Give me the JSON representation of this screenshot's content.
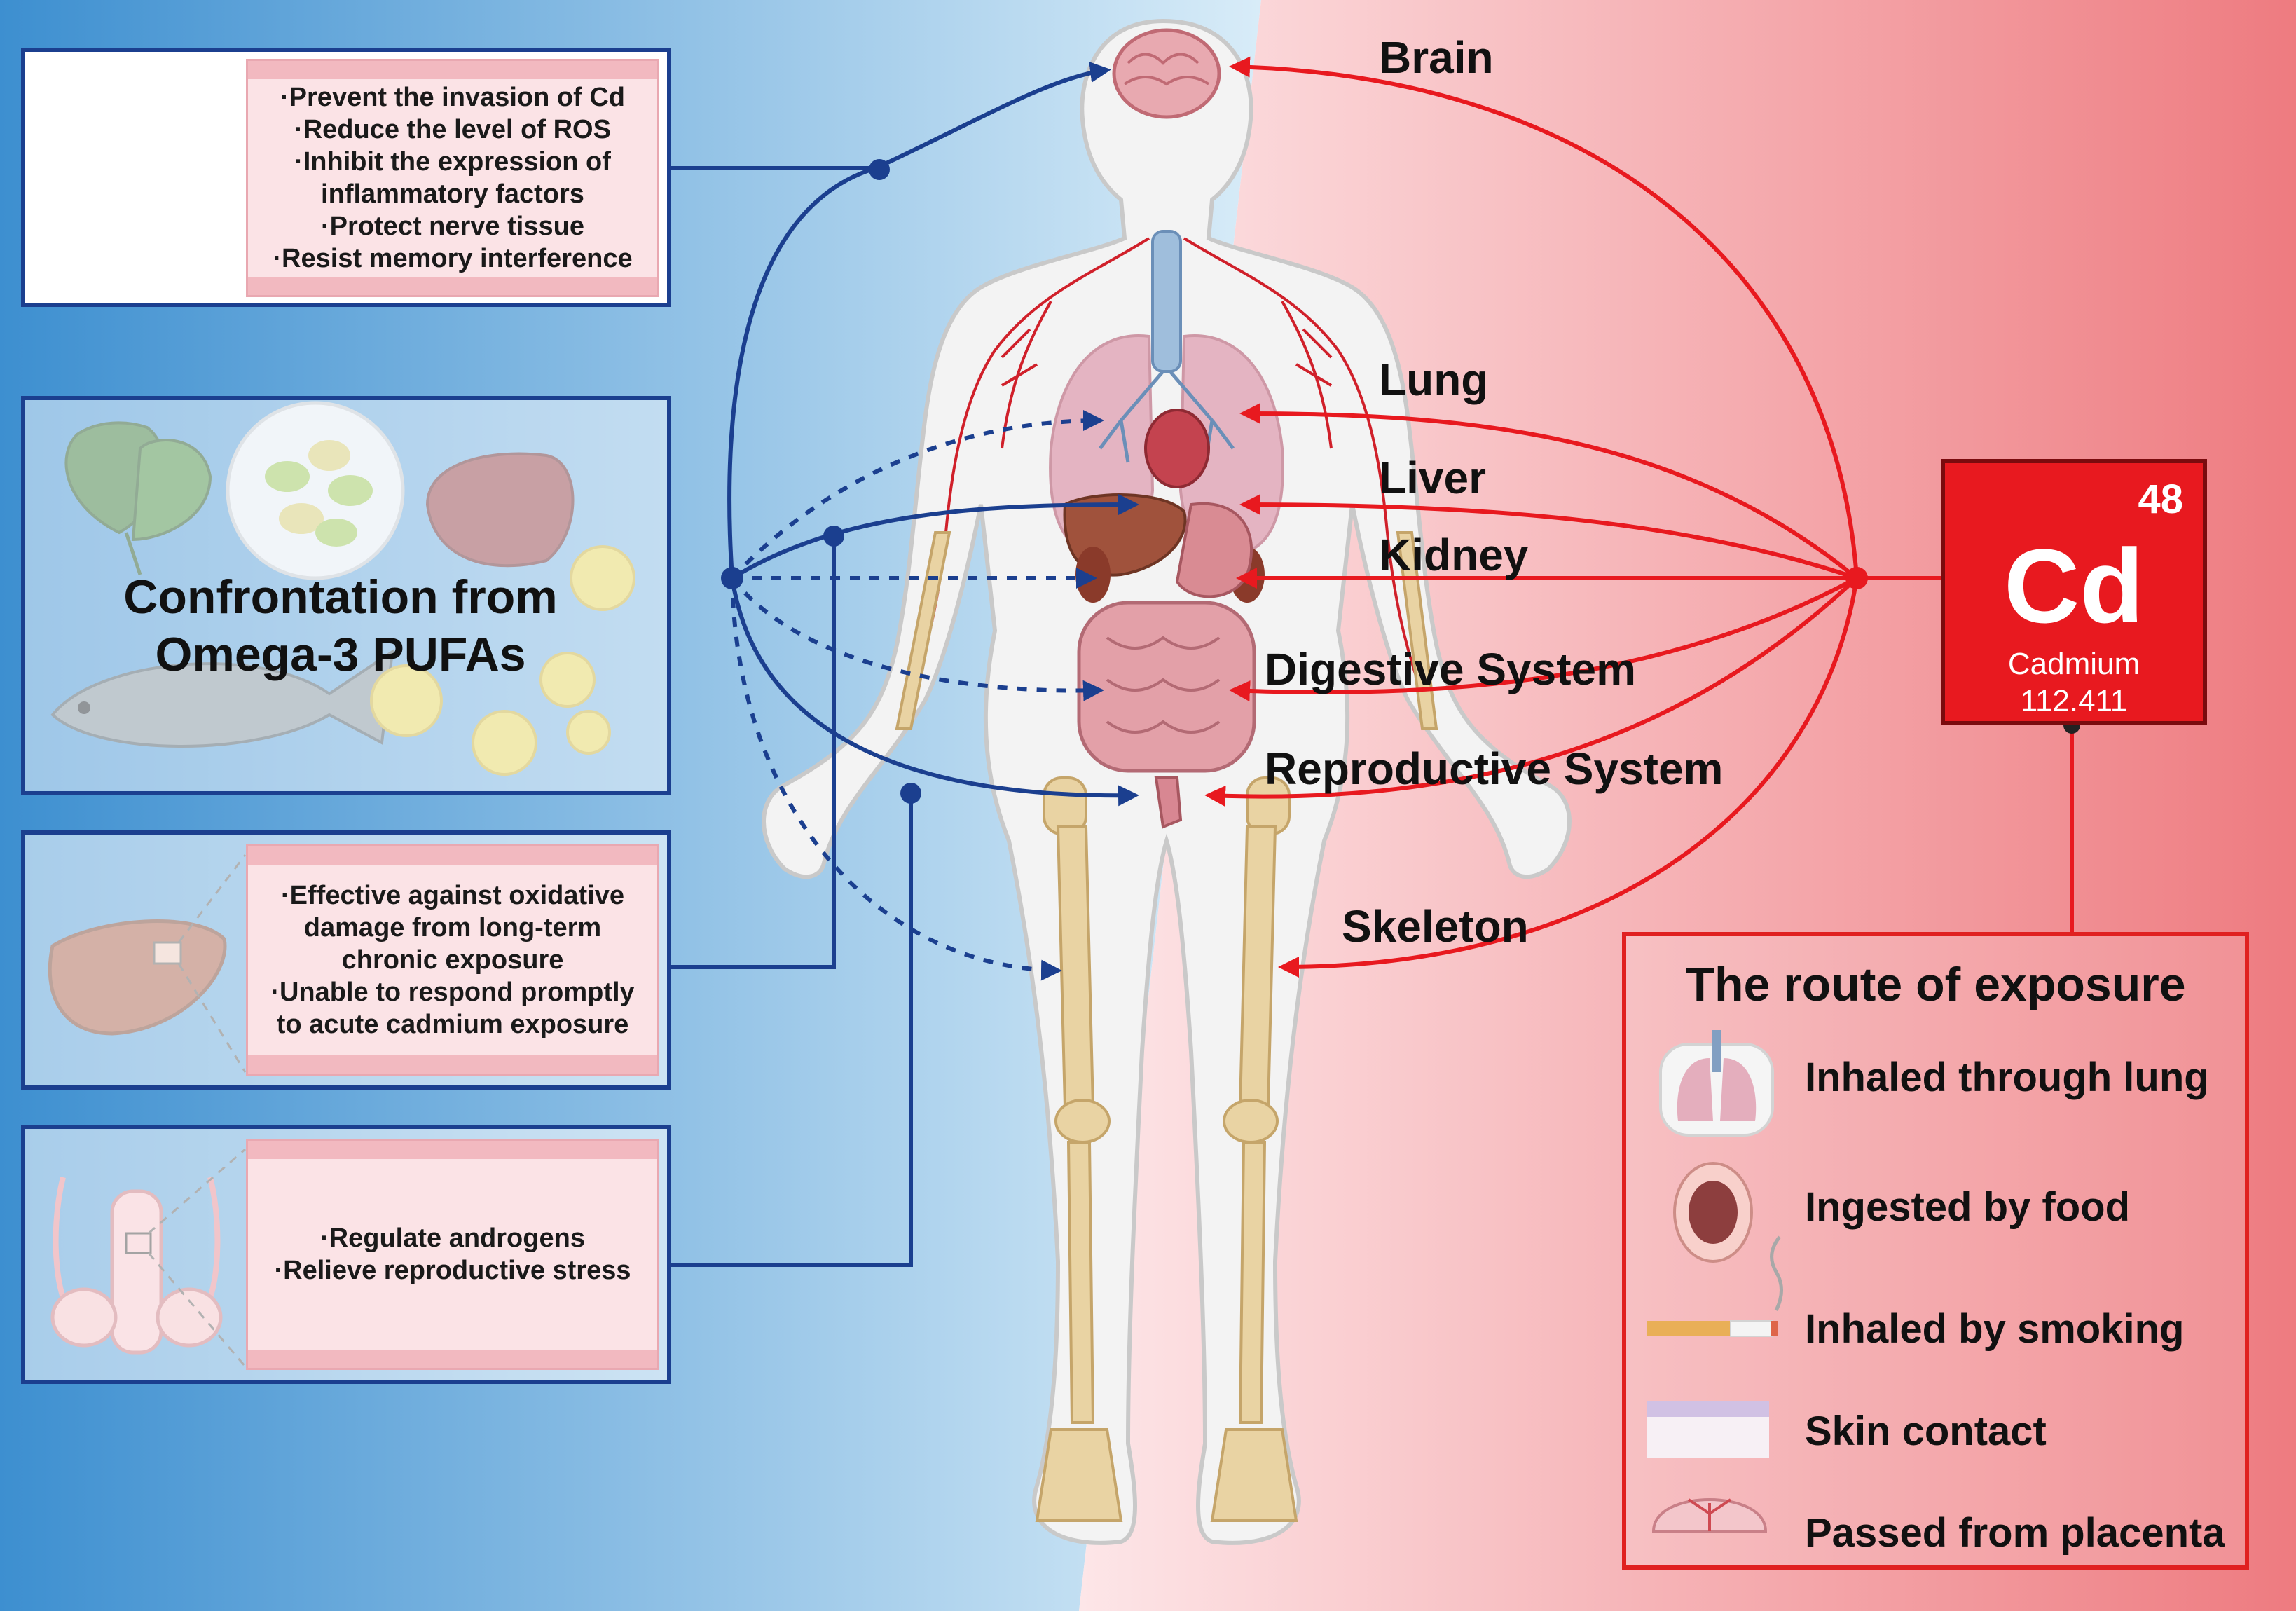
{
  "colors": {
    "protect_blue": "#1b3f8f",
    "cadmium_red": "#e8191f",
    "bg_left": "#3d8fd0",
    "bg_right": "#ee7b80"
  },
  "brain_panel": {
    "effects": [
      "·Prevent the invasion of Cd",
      "·Reduce the level of ROS",
      "·Inhibit the expression of",
      "inflammatory factors",
      "·Protect nerve tissue",
      "·Resist memory interference"
    ]
  },
  "omega_panel": {
    "title_line1": "Confrontation from",
    "title_line2": "Omega-3 PUFAs"
  },
  "liver_panel": {
    "effects": [
      "·Effective against oxidative",
      "damage from long-term",
      "chronic  exposure",
      "·Unable to respond promptly",
      "to acute cadmium exposure"
    ]
  },
  "repro_panel": {
    "effects": [
      "·Regulate androgens",
      "·Relieve reproductive stress"
    ]
  },
  "organs": [
    "Brain",
    "Lung",
    "Liver",
    "Kidney",
    "Digestive System",
    "Reproductive System",
    "Skeleton"
  ],
  "cadmium": {
    "number": "48",
    "symbol": "Cd",
    "name": "Cadmium",
    "mass": "112.411"
  },
  "route": {
    "title": "The route of exposure",
    "items": [
      {
        "label": "Inhaled through lung",
        "icon": "lungs-icon"
      },
      {
        "label": "Ingested by food",
        "icon": "mouth-icon"
      },
      {
        "label": "Inhaled by smoking",
        "icon": "cigarette-icon"
      },
      {
        "label": "Skin contact",
        "icon": "skin-icon"
      },
      {
        "label": "Passed from placenta",
        "icon": "placenta-icon"
      }
    ]
  }
}
